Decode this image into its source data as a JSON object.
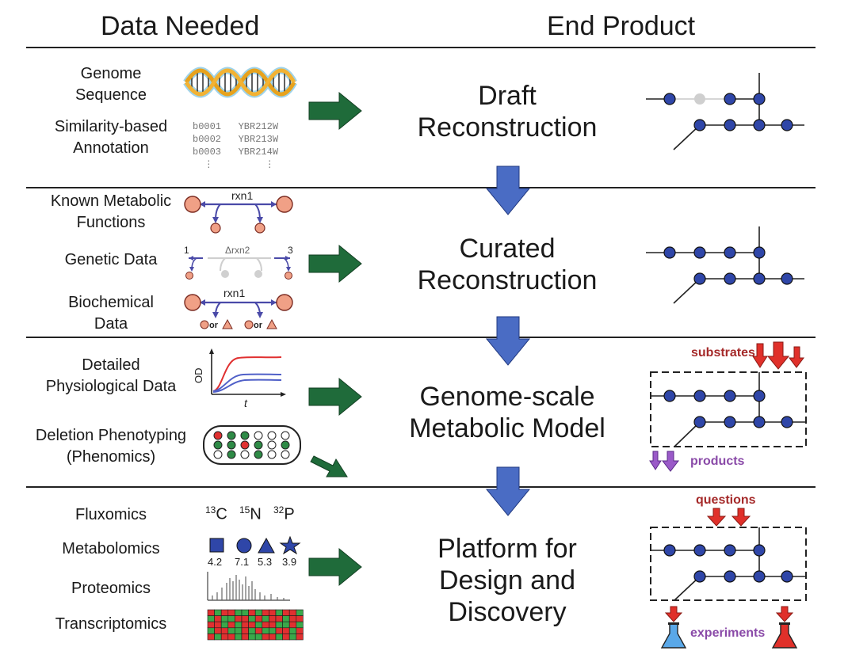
{
  "headers": {
    "data_needed": "Data Needed",
    "end_product": "End Product"
  },
  "rows": [
    {
      "inputs": [
        {
          "label": "Genome\nSequence"
        },
        {
          "label": "Similarity-based\nAnnotation"
        }
      ],
      "annotation_codes": "b0001   YBR212W\nb0002   YBR213W\nb0003   YBR214W\n  ⋮         ⋮",
      "product": "Draft\nReconstruction"
    },
    {
      "inputs": [
        {
          "label": "Known Metabolic\nFunctions",
          "rxn": "rxn1"
        },
        {
          "label": "Genetic Data",
          "rxn": "Δrxn2",
          "left_num": "1",
          "right_num": "3"
        },
        {
          "label": "Biochemical\nData",
          "rxn": "rxn1",
          "or_text": "or"
        }
      ],
      "product": "Curated\nReconstruction"
    },
    {
      "inputs": [
        {
          "label": "Detailed\nPhysiological Data",
          "y_axis": "OD",
          "x_axis": "t"
        },
        {
          "label": "Deletion Phenotyping\n(Phenomics)"
        }
      ],
      "product": "Genome-scale\nMetabolic Model",
      "network_labels": {
        "top": "substrates",
        "bottom": "products"
      }
    },
    {
      "inputs": [
        {
          "label": "Fluxomics",
          "isotopes": [
            {
              "mass": "13",
              "el": "C"
            },
            {
              "mass": "15",
              "el": "N"
            },
            {
              "mass": "32",
              "el": "P"
            }
          ]
        },
        {
          "label": "Metabolomics",
          "values": [
            "4.2",
            "7.1",
            "5.3",
            "3.9"
          ]
        },
        {
          "label": "Proteomics"
        },
        {
          "label": "Transcriptomics"
        }
      ],
      "product": "Platform for\nDesign and\nDiscovery",
      "network_labels": {
        "top": "questions",
        "bottom": "experiments"
      }
    }
  ],
  "colors": {
    "node_blue": "#2f46a8",
    "node_gray": "#cfcfcf",
    "green_arrow": "#1f6b3a",
    "blue_arrow": "#4a6cc4",
    "red_arrow": "#e0302a",
    "purple_arrow": "#9a5ac8",
    "salmon": "#f0a086",
    "heat_red": "#e03030",
    "heat_green": "#3aa84a"
  },
  "icons": [
    "dna-helix-icon",
    "metabolic-network-icon",
    "growth-curve-icon",
    "phenotype-plate-icon",
    "mass-spectrum-icon",
    "heatmap-icon",
    "flask-icon"
  ]
}
